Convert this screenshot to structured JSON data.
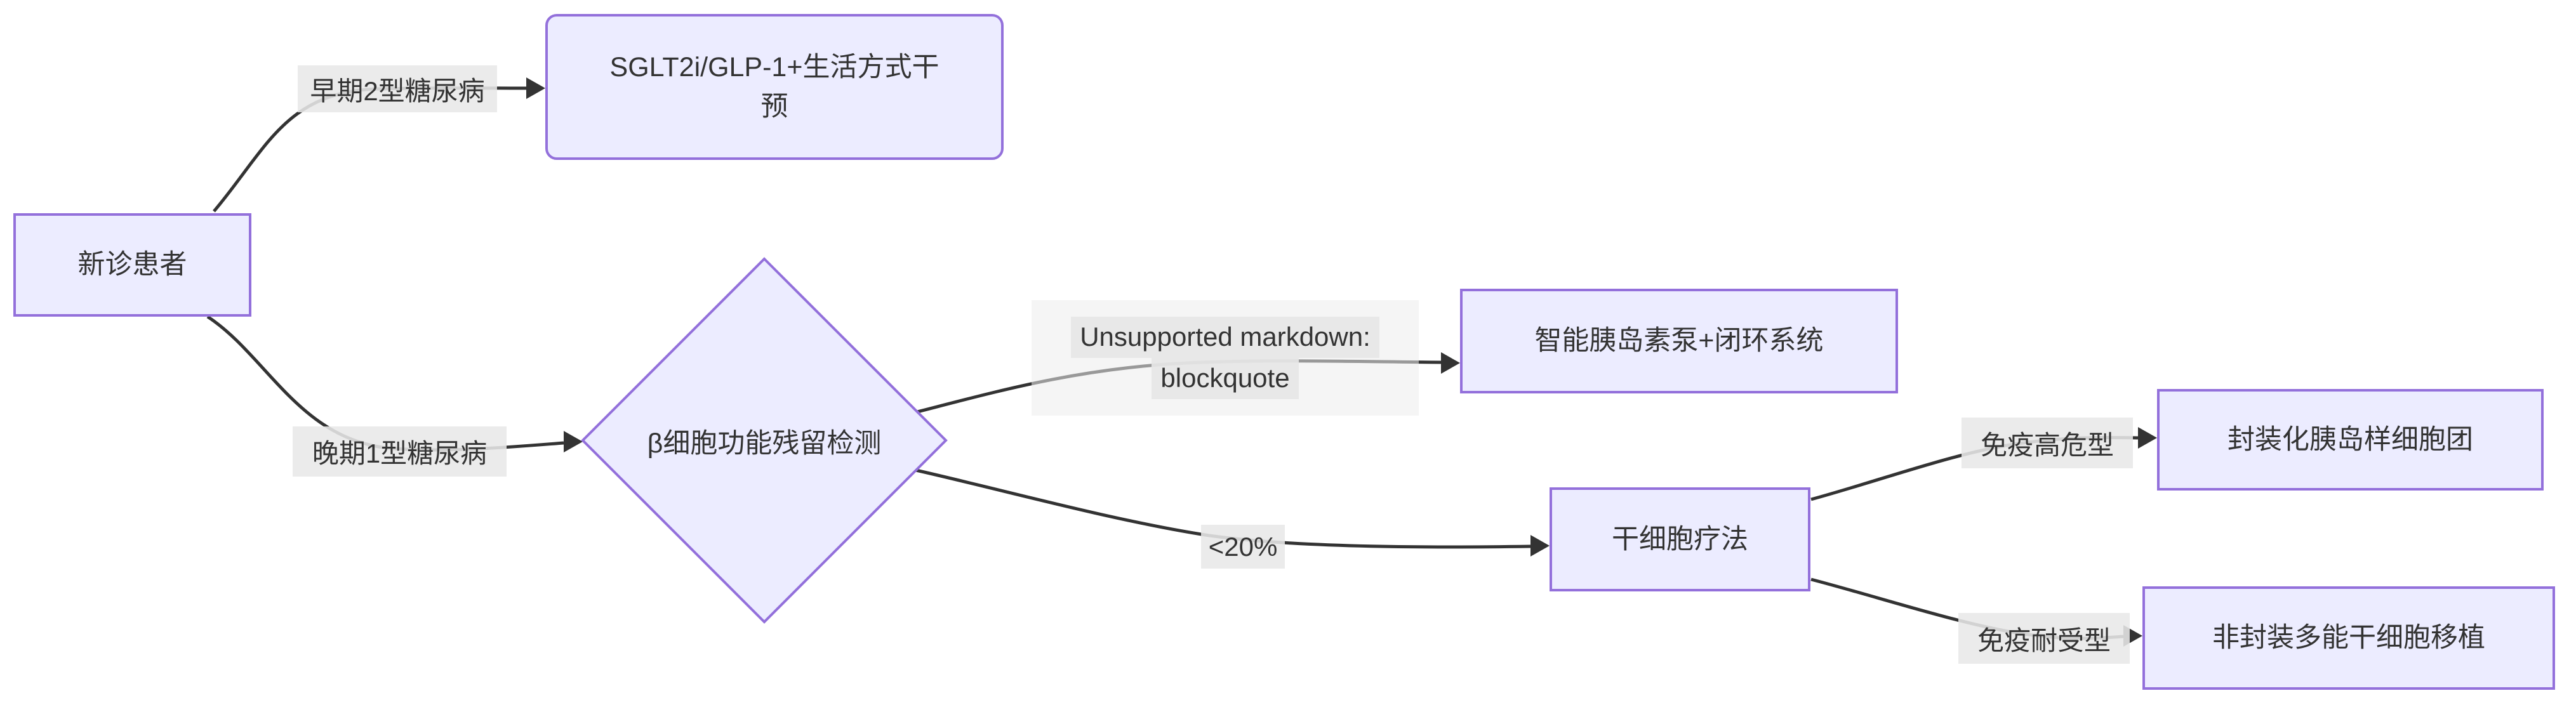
{
  "diagram": {
    "type": "flowchart-LR",
    "nodes": {
      "new_patient": {
        "label": "新诊患者"
      },
      "sglt2i": {
        "lines": [
          "SGLT2i/GLP-1+生活方式干",
          "预"
        ]
      },
      "beta_cell_test": {
        "label": "β细胞功能残留检测"
      },
      "insulin_pump": {
        "label": "智能胰岛素泵+闭环系统"
      },
      "stem_cell": {
        "label": "干细胞疗法"
      },
      "encapsulated": {
        "label": "封装化胰岛样细胞团"
      },
      "non_encapsulated": {
        "label": "非封装多能干细胞移植"
      }
    },
    "edge_labels": {
      "early_t2d": "早期2型糖尿病",
      "late_t1d": "晚期1型糖尿病",
      "unsupported": {
        "line1": "Unsupported markdown:",
        "line2": "blockquote"
      },
      "lt20": "<20%",
      "immune_high_risk": "免疫高危型",
      "immune_tolerant": "免疫耐受型"
    },
    "colors": {
      "node_fill": "#ECECFF",
      "node_border": "#9370DB",
      "edge": "#333333",
      "edge_label_bg": "#E8E8E8",
      "text": "#333333",
      "background": "#FFFFFF"
    }
  }
}
